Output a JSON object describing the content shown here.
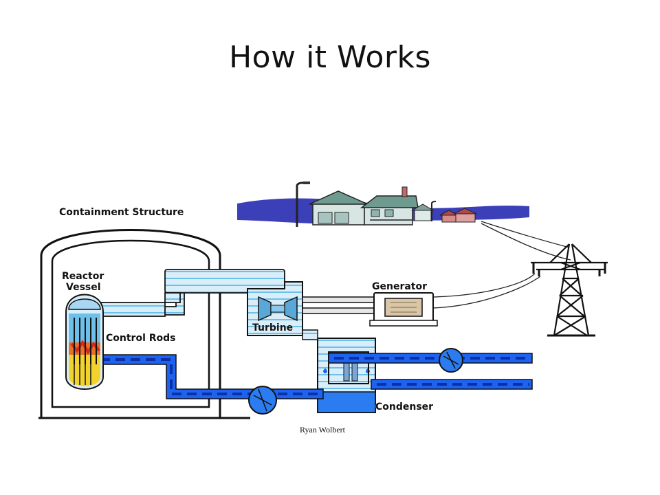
{
  "slide": {
    "title": "How it Works",
    "credit": "Ryan Wolbert"
  },
  "diagram": {
    "labels": {
      "containment": "Containment Structure",
      "reactor_line1": "Reactor",
      "reactor_line2": "Vessel",
      "control_rods": "Control Rods",
      "turbine": "Turbine",
      "generator": "Generator",
      "condenser": "Condenser"
    }
  },
  "colors": {
    "steam_pipe": "#a9d7f2",
    "water_pipe": "#1e63f0",
    "water_dash": "#0b2fa6",
    "outline": "#111111",
    "landscape": "#3b3fb8",
    "fuel_core": "#f2d22e",
    "fuel_hot": "#d42a1e"
  }
}
